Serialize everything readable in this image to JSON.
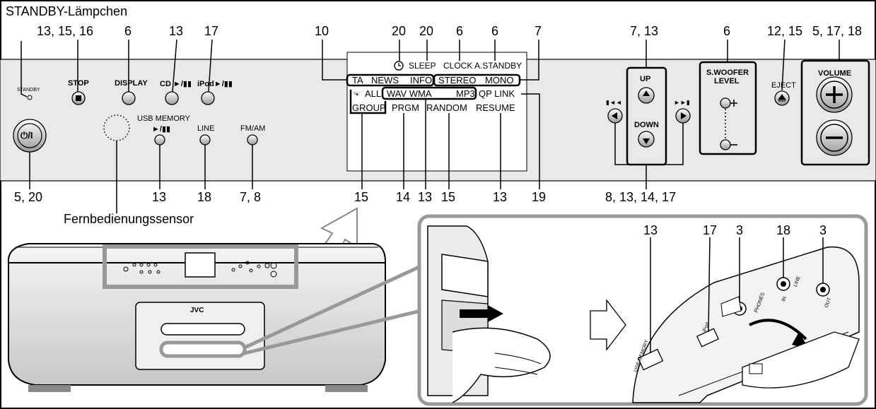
{
  "captions": {
    "standby_lamp": "STANDBY-Lämpchen",
    "remote_sensor": "Fernbedienungssensor"
  },
  "top_numbers": {
    "n_13_15_16": "13, 15, 16",
    "n_6_display": "6",
    "n_13_cd": "13",
    "n_17_ipod": "17",
    "n_10": "10",
    "n_20_clock": "20",
    "n_20_sleep": "20",
    "n_6_clock": "6",
    "n_6_astandby": "6",
    "n_7_mono": "7",
    "n_7_13": "7, 13",
    "n_6_woofer": "6",
    "n_12_15": "12, 15",
    "n_5_17_18": "5, 17, 18"
  },
  "bottom_numbers": {
    "n_5_20": "5, 20",
    "n_13_usb": "13",
    "n_18_line": "18",
    "n_7_8": "7, 8",
    "n_15_a": "15",
    "n_14": "14",
    "n_13_a": "13",
    "n_15_b": "15",
    "n_13_b": "13",
    "n_19": "19",
    "n_8_13_14_17": "8, 13, 14, 17"
  },
  "side_numbers": {
    "n_13_usbport": "13",
    "n_17_ipodport": "17",
    "n_3_phones": "3",
    "n_18_linein": "18",
    "n_3_lineout": "3"
  },
  "panel_labels": {
    "standby": "STANDBY",
    "stop": "STOP",
    "display": "DISPLAY",
    "cd": "CD ►/▮▮",
    "ipod": "iPod►/▮▮",
    "usb_memory": "USB MEMORY",
    "usb_play": "►/▮▮",
    "line": "LINE",
    "fm_am": "FM/AM",
    "up": "UP",
    "down": "DOWN",
    "prev": "▮◄◄",
    "next": "►►▮",
    "woofer": "S.WOOFER",
    "level": "LEVEL",
    "eject": "EJECT",
    "volume": "VOLUME",
    "power": "⏻/I"
  },
  "display_indicators": {
    "sleep": "SLEEP",
    "clock": "CLOCK",
    "astandby": "A.STANDBY",
    "ta": "TA",
    "news": "NEWS",
    "info": "INFO",
    "stereo": "STEREO",
    "mono": "MONO",
    "all": "ALL",
    "wav_wma": "WAV WMA",
    "mp3": "MP3",
    "qp_link": "QP LINK",
    "group": "GROUP",
    "prgm": "PRGM",
    "random": "RANDOM",
    "resume": "RESUME"
  },
  "device": {
    "brand": "JVC",
    "ipod_slot": "iPod",
    "usb_slot": "USB MEMORY",
    "phones": "PHONES",
    "line": "LINE",
    "in": "IN",
    "out": "OUT"
  }
}
